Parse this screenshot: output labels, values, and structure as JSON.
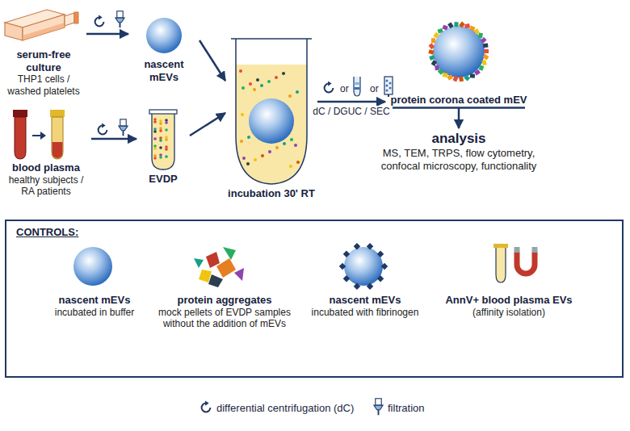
{
  "diagram": {
    "nodes": [
      {
        "text": [
          "serum-free culture",
          "THP1 cells / washed platelets"
        ]
      },
      {
        "text": [
          "nascent mEVs"
        ]
      },
      {
        "text": [
          "blood plasma",
          "healthy subjects / RA patients"
        ]
      },
      {
        "text": [
          "EVDP"
        ]
      },
      {
        "text": [
          "incubation 30' RT"
        ]
      },
      {
        "text": [
          "protein corona coated mEV"
        ]
      },
      {
        "text": [
          "analysis",
          "MS, TEM, TRPS, flow cytometry, confocal microscopy, functionality"
        ]
      },
      {
        "text": [
          "CONTROLS:"
        ]
      },
      {
        "text": [
          "nascent mEVs",
          "incubated in buffer"
        ],
        "in": 7
      },
      {
        "text": [
          "protein aggregates",
          "mock pellets of EVDP samples without the addition of mEVs"
        ],
        "in": 7
      },
      {
        "text": [
          "nascent mEVs",
          "incubated with fibrinogen"
        ],
        "in": 7
      },
      {
        "text": [
          "AnnV+ blood plasma EVs",
          "(affinity isolation)"
        ],
        "in": 7
      }
    ],
    "edges": [
      {
        "from": 0,
        "to": 1,
        "arrow": "to"
      },
      {
        "from": 2,
        "to": 3,
        "arrow": "to"
      },
      {
        "from": 1,
        "to": 4,
        "arrow": "to"
      },
      {
        "from": 3,
        "to": 4,
        "arrow": "to"
      },
      {
        "from": 4,
        "to": 5,
        "label": "dC / DGUC / SEC",
        "arrow": "to"
      },
      {
        "from": 5,
        "to": 6,
        "arrow": "to"
      }
    ],
    "labels": [
      "or",
      "or"
    ],
    "legend": [
      {
        "text": "differential centrifugation (dC)"
      },
      {
        "text": "filtration"
      }
    ]
  }
}
